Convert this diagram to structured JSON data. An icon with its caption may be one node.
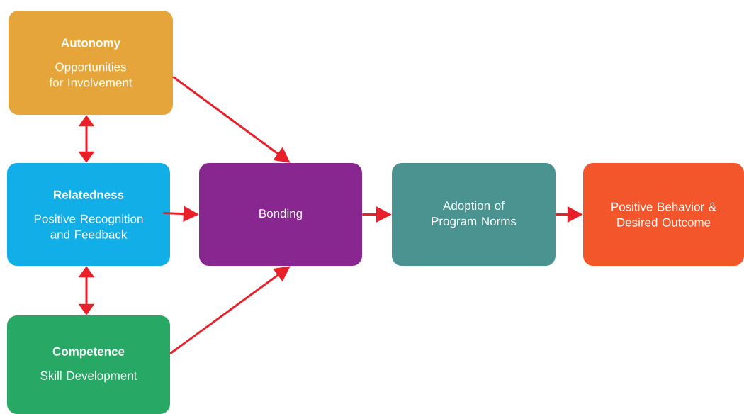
{
  "diagram": {
    "nodes": [
      {
        "text": [
          "Autonomy",
          "Opportunities for Involvement"
        ]
      },
      {
        "text": [
          "Relatedness",
          "Positive Recognition and Feedback"
        ]
      },
      {
        "text": [
          "Competence",
          "Skill Development"
        ]
      },
      {
        "text": [
          "Bonding"
        ]
      },
      {
        "text": [
          "Adoption of Program Norms"
        ]
      },
      {
        "text": [
          "Positive Behavior & Desired Outcome"
        ]
      }
    ],
    "edges": [
      {
        "from": 0,
        "to": 3,
        "arrow": "to"
      },
      {
        "from": 1,
        "to": 3,
        "arrow": "to"
      },
      {
        "from": 2,
        "to": 3,
        "arrow": "to"
      },
      {
        "from": 3,
        "to": 4,
        "arrow": "to"
      },
      {
        "from": 4,
        "to": 5,
        "arrow": "to"
      },
      {
        "from": 0,
        "to": 1,
        "arrow": "both"
      },
      {
        "from": 1,
        "to": 2,
        "arrow": "both"
      }
    ]
  }
}
